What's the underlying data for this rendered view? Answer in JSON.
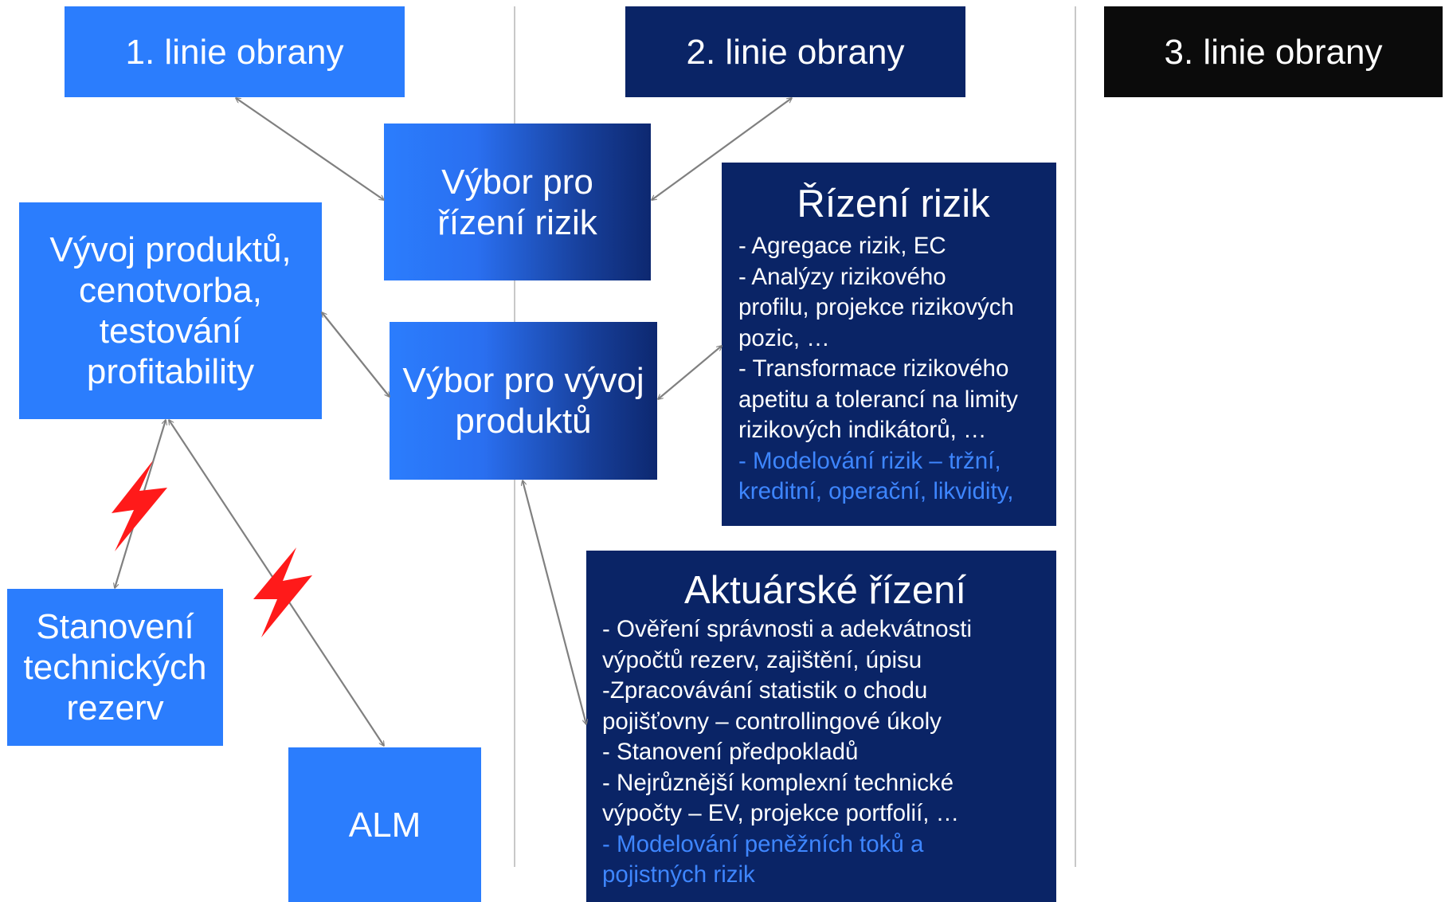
{
  "headers": {
    "line1": "1. linie obrany",
    "line2": "2. linie obrany",
    "line3": "3. linie obrany"
  },
  "boxes": {
    "risk_committee": [
      "Výbor pro",
      "řízení rizik"
    ],
    "product_committee": [
      "Výbor pro vývoj",
      "produktů"
    ],
    "product_dev": [
      "Vývoj produktů,",
      "cenotvorba,",
      "testování",
      "profitability"
    ],
    "reserves": [
      "Stanovení",
      "technických",
      "rezerv"
    ],
    "alm": "ALM"
  },
  "risk_management": {
    "title": "Řízení rizik",
    "lines": [
      "- Agregace rizik, EC",
      "- Analýzy rizikového",
      "profilu, projekce rizikových",
      "pozic, …",
      "- Transformace rizikového",
      "apetitu a tolerancí na limity",
      "rizikových indikátorů, …"
    ],
    "highlight_lines": [
      "- Modelování rizik – tržní,",
      "kreditní, operační, likvidity,"
    ]
  },
  "actuarial": {
    "title": "Aktuárské řízení",
    "lines": [
      "- Ověření správnosti a adekvátnosti",
      "výpočtů rezerv, zajištění, úpisu",
      "-Zpracovávání statistik o chodu",
      "pojišťovny – controllingové úkoly",
      "- Stanovení předpokladů",
      "- Nejrůznější komplexní technické",
      "výpočty – EV, projekce portfolií, …"
    ],
    "highlight_lines": [
      "- Modelování peněžních toků a",
      "pojistných rizik"
    ]
  },
  "colors": {
    "light_blue": "#2b7dfd",
    "dark_navy": "#0a2466",
    "black": "#0b0b0b",
    "highlight_text": "#3e86ff",
    "lightning": "#ff0000",
    "arrow": "#808080",
    "divider": "#c8c8c8"
  },
  "icons": [
    "lightning-bolt-icon",
    "double-headed-arrow"
  ]
}
